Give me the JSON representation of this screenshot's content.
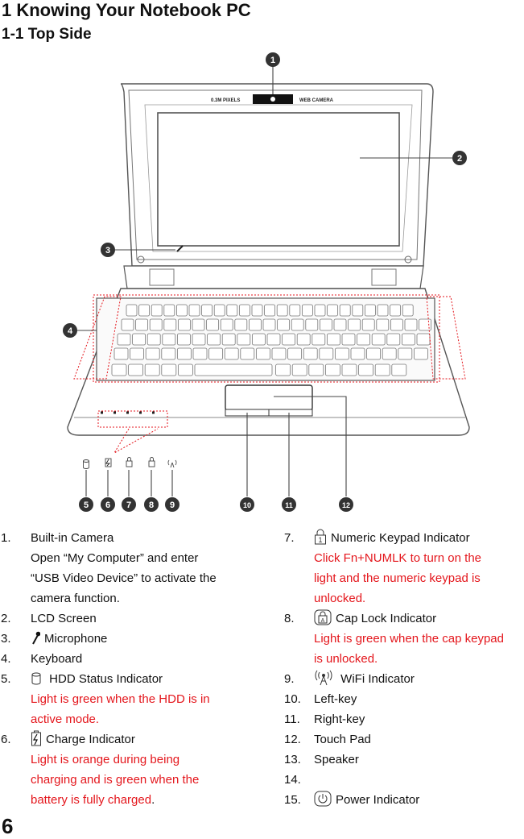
{
  "heading": {
    "title": "1 Knowing Your Notebook PC",
    "subtitle": "1-1 Top Side"
  },
  "figure": {
    "screen_text_left": "0.3M PIXELS",
    "screen_text_right": "WEB CAMERA",
    "callouts": [
      "1",
      "2",
      "3",
      "4",
      "5",
      "6",
      "7",
      "8",
      "9",
      "10",
      "11",
      "12"
    ]
  },
  "items_left": [
    {
      "num": "1.",
      "label": "Built-in Camera",
      "icon": "",
      "desc": [
        "Open “My Computer” and enter",
        "“USB Video Device” to activate the",
        "camera function."
      ],
      "desc_color": "black"
    },
    {
      "num": "2.",
      "label": "LCD Screen",
      "icon": "",
      "desc": []
    },
    {
      "num": "3.",
      "label": "Microphone",
      "icon": "microphone-icon",
      "desc": []
    },
    {
      "num": "4.",
      "label": "Keyboard",
      "icon": "",
      "desc": []
    },
    {
      "num": "5.",
      "label": " HDD Status Indicator",
      "icon": "hdd-icon",
      "desc": [
        "Light is green when the HDD is in",
        "active mode."
      ],
      "desc_color": "red"
    },
    {
      "num": "6.",
      "label": "Charge Indicator",
      "icon": "charge-icon",
      "desc": [
        "Light is orange during being",
        "charging and is green when the",
        "battery is fully charged"
      ],
      "desc_suffix": ".",
      "desc_color": "red"
    }
  ],
  "items_right": [
    {
      "num": "7.",
      "label": "Numeric Keypad Indicator",
      "icon": "numlock-icon",
      "desc": [
        "Click Fn+NUMLK to turn on the",
        "light and the numeric keypad is",
        "unlocked."
      ],
      "desc_color": "red"
    },
    {
      "num": "8.",
      "label": "Cap Lock Indicator",
      "icon": "capslock-icon",
      "desc": [
        "Light is green when the cap keypad",
        "is unlocked."
      ],
      "desc_color": "red"
    },
    {
      "num": "9.",
      "label": " WiFi Indicator",
      "icon": "wifi-icon",
      "desc": []
    },
    {
      "num": "10.",
      "label": "Left-key",
      "icon": "",
      "desc": []
    },
    {
      "num": "11.",
      "label": "Right-key",
      "icon": "",
      "desc": []
    },
    {
      "num": "12.",
      "label": "Touch Pad",
      "icon": "",
      "desc": []
    },
    {
      "num": "13.",
      "label": "Speaker",
      "icon": "",
      "desc": []
    },
    {
      "num": "14.",
      "label": "",
      "icon": "",
      "desc": []
    },
    {
      "num": "15.",
      "label": "Power Indicator",
      "icon": "power-icon",
      "desc": []
    }
  ],
  "page_number": "6",
  "colors": {
    "note_red": "#e4161c",
    "callout": "#333333",
    "dotted": "#e4161c"
  }
}
